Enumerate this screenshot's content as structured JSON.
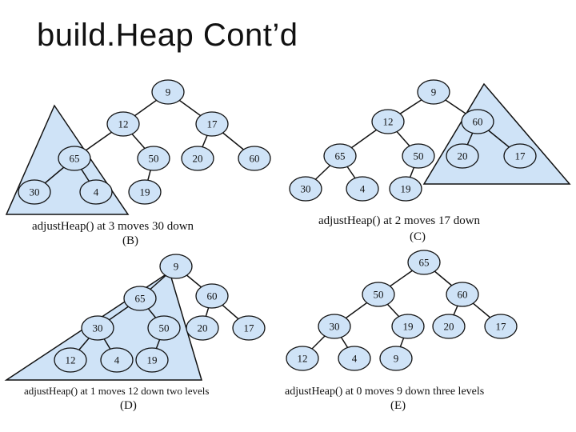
{
  "slide": {
    "title": "build.Heap Cont’d"
  },
  "diagrams": [
    {
      "id": "B",
      "caption": "adjustHeap() at 3 moves 30 down",
      "label": "(B)",
      "nodes": [
        "9",
        "12",
        "17",
        "65",
        "50",
        "20",
        "60",
        "30",
        "4",
        "19"
      ]
    },
    {
      "id": "C",
      "caption": "adjustHeap() at 2 moves 17 down",
      "label": "(C)",
      "nodes": [
        "9",
        "12",
        "60",
        "65",
        "50",
        "20",
        "17",
        "30",
        "4",
        "19"
      ]
    },
    {
      "id": "D",
      "caption": "adjustHeap() at 1 moves 12 down two levels",
      "label": "(D)",
      "nodes": [
        "9",
        "65",
        "60",
        "30",
        "50",
        "20",
        "17",
        "12",
        "4",
        "19"
      ]
    },
    {
      "id": "E",
      "caption": "adjustHeap() at 0 moves 9 down three levels",
      "label": "(E)",
      "nodes": [
        "65",
        "50",
        "60",
        "30",
        "19",
        "20",
        "17",
        "12",
        "4",
        "9"
      ]
    }
  ],
  "colors": {
    "node_fill": "#cfe3f7",
    "triangle_fill": "#cfe3f7",
    "stroke": "#111111"
  }
}
